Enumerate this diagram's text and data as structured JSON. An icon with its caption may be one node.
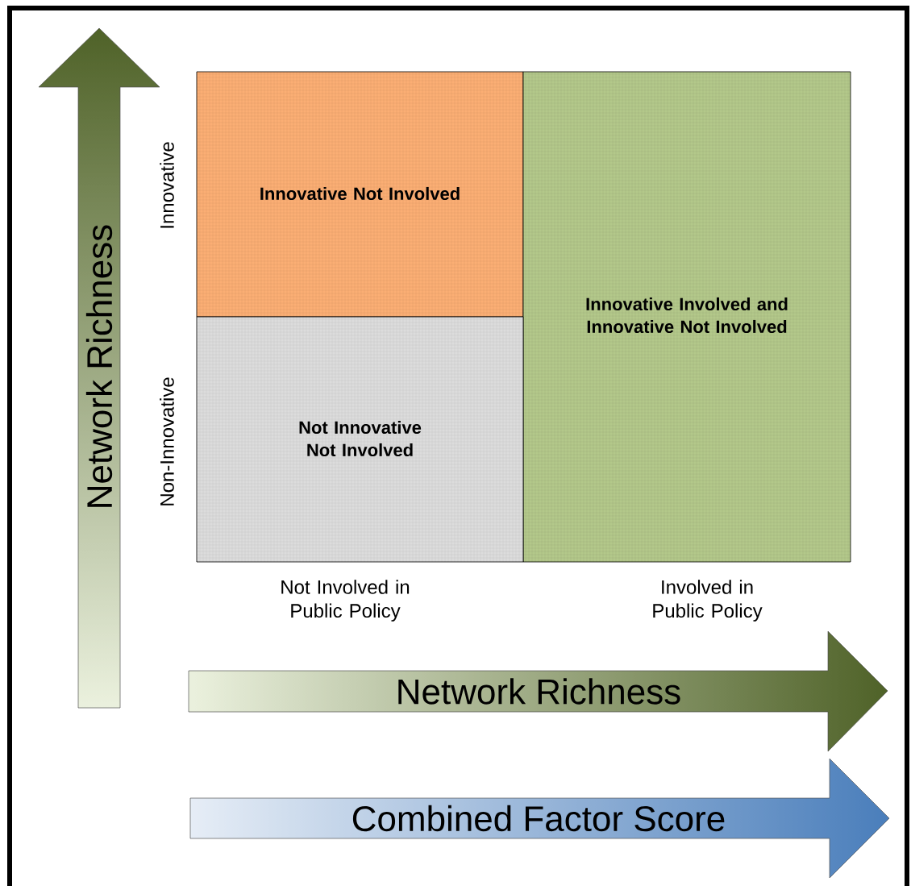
{
  "diagram": {
    "nodes": [
      {
        "text": [
          "Network Richness"
        ]
      },
      {
        "text": [
          "Innovative Not Involved"
        ]
      },
      {
        "text": [
          "Innovative Involved and Innovative Not Involved"
        ]
      },
      {
        "text": [
          "Not Innovative Not Involved"
        ]
      },
      {
        "text": [
          "Network Richness"
        ]
      },
      {
        "text": [
          "Combined Factor Score"
        ]
      }
    ],
    "labels": [
      "Innovative",
      "Non-Innovative",
      "Not Involved in Public Policy",
      "Involved in Public Policy"
    ]
  }
}
